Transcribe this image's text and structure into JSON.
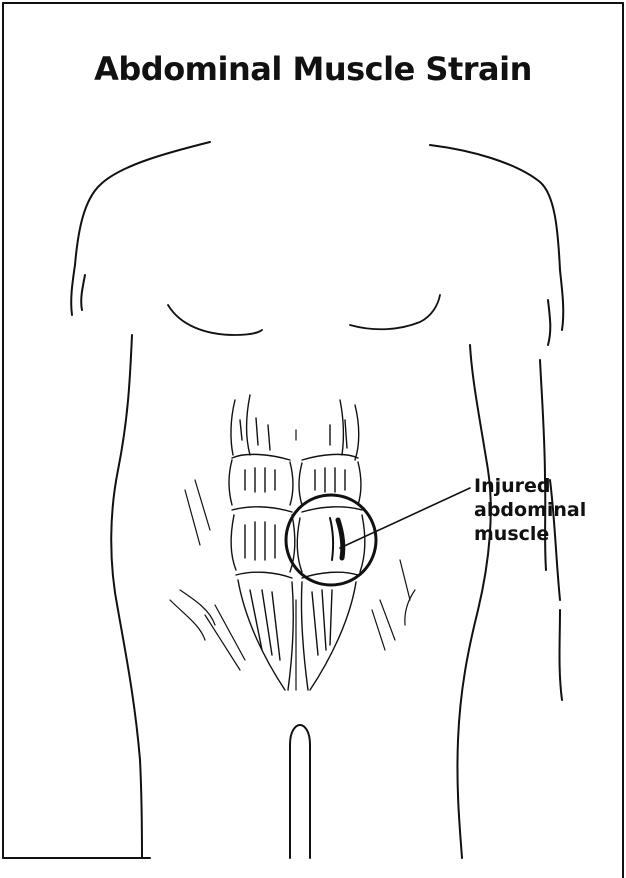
{
  "title": "Abdominal Muscle Strain",
  "callout": {
    "lines": [
      "Injured",
      "abdominal",
      "muscle"
    ]
  },
  "colors": {
    "ink": "#111111",
    "background": "#ffffff"
  }
}
